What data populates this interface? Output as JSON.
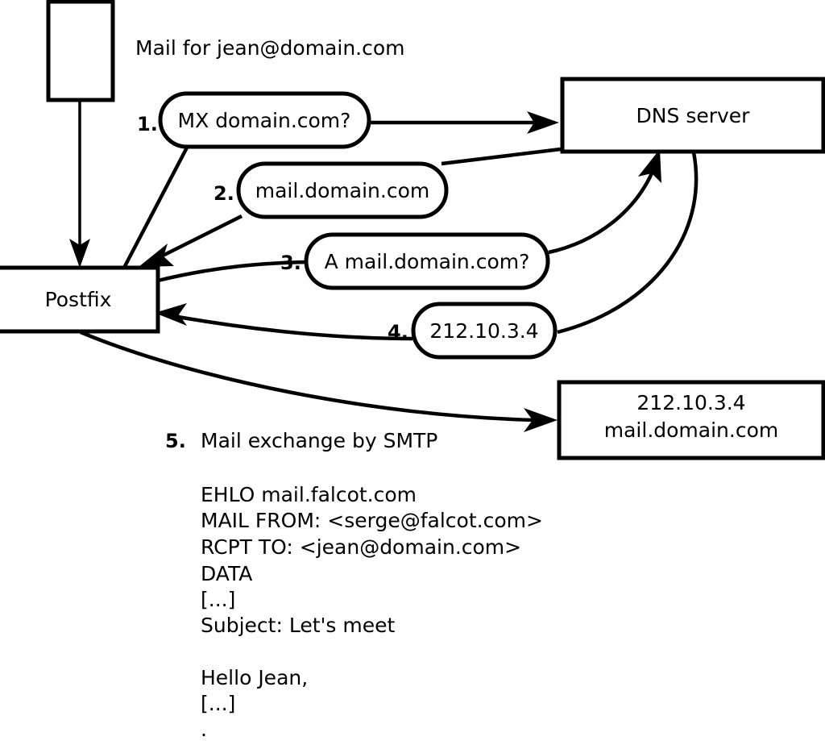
{
  "diagram": {
    "title_note": "Mail for jean@domain.com",
    "nodes": {
      "source_box": {
        "label": ""
      },
      "postfix": {
        "label": "Postfix"
      },
      "dns_server": {
        "label": "DNS server"
      },
      "mail_server": {
        "line1": "212.10.3.4",
        "line2": "mail.domain.com"
      }
    },
    "steps": [
      {
        "number": "1.",
        "message": "MX domain.com?"
      },
      {
        "number": "2.",
        "message": "mail.domain.com"
      },
      {
        "number": "3.",
        "message": "A mail.domain.com?"
      },
      {
        "number": "4.",
        "message": "212.10.3.4"
      },
      {
        "number": "5.",
        "message": "Mail exchange by SMTP"
      }
    ],
    "smtp_transcript": [
      "EHLO mail.falcot.com",
      "MAIL FROM: <serge@falcot.com>",
      "RCPT TO: <jean@domain.com>",
      "DATA",
      "[...]",
      "Subject: Let's meet",
      "",
      "Hello Jean,",
      "[...]",
      "."
    ],
    "colors": {
      "stroke": "#000000",
      "fill": "#ffffff",
      "background": "#ffffff"
    }
  }
}
